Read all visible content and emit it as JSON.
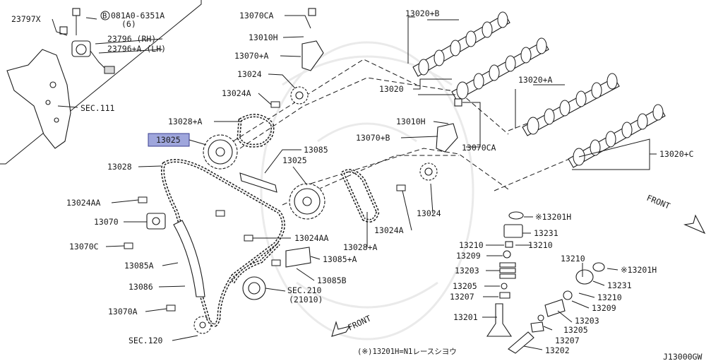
{
  "labels": {
    "p23797x": "23797X",
    "bolt_ref": "081A0-6351A",
    "bolt_qty": "(6)",
    "bolt_circle": "B",
    "p23796_rh": "23796  (RH)",
    "p23796a_lh": "23796+A (LH)",
    "sec111": "SEC.111",
    "p13070ca_top": "13070CA",
    "p13010h_top": "13010H",
    "p13070a_top": "13070+A",
    "p13024_top": "13024",
    "p13024a_top": "13024A",
    "p13028a_top": "13028+A",
    "p13025_hl": "13025",
    "p13028": "13028",
    "p13085": "13085",
    "p13025": "13025",
    "p13024aa_left": "13024AA",
    "p13070": "13070",
    "p13070c": "13070C",
    "p13085a": "13085A",
    "p13086": "13086",
    "p13070a_bot": "13070A",
    "sec120": "SEC.120",
    "p13024aa_mid": "13024AA",
    "p13085a_plus": "13085+A",
    "p13085b": "13085B",
    "sec210": "SEC.210",
    "sec210_sub": "(21010)",
    "p13028a_bot": "13028+A",
    "p13024a_bot": "13024A",
    "p13024_bot": "13024",
    "p13020b": "13020+B",
    "p13020": "13020",
    "p13010h_mid": "13010H",
    "p13070b": "13070+B",
    "p13070ca_mid": "13070CA",
    "p13020a": "13020+A",
    "p13020c": "13020+C",
    "front_right": "FRONT",
    "front_bottom": "FRONT",
    "p13201h_1": "※13201H",
    "p13231_1": "13231",
    "p13210_1a": "13210",
    "p13210_1b": "13210",
    "p13209_1": "13209",
    "p13203_1": "13203",
    "p13205_1": "13205",
    "p13207_1": "13207",
    "p13201_1": "13201",
    "p13210_2a": "13210",
    "p13201h_2": "※13201H",
    "p13231_2": "13231",
    "p13210_2b": "13210",
    "p13209_2": "13209",
    "p13203_2": "13203",
    "p13205_2": "13205",
    "p13207_2": "13207",
    "p13202": "13202",
    "footnote": "(※)13201H=N1レースシヨウ",
    "drawing_id": "J13000GW"
  }
}
